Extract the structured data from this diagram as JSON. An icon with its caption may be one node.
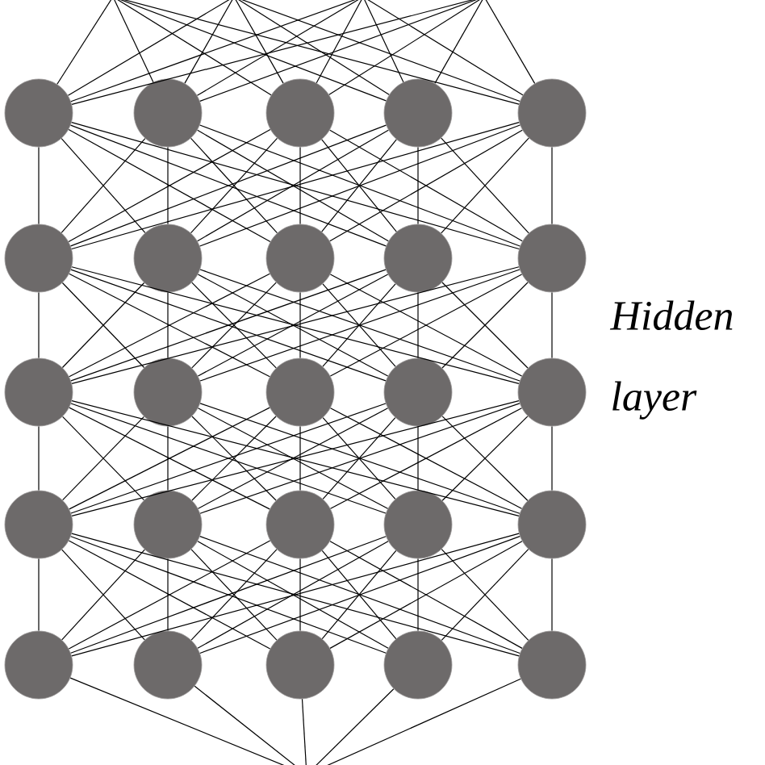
{
  "diagram": {
    "nodes": [
      {
        "text": [],
        "shape": "circle"
      },
      {
        "text": [],
        "shape": "circle"
      },
      {
        "text": [],
        "shape": "circle"
      },
      {
        "text": [],
        "shape": "circle"
      },
      {
        "text": [],
        "shape": "circle"
      },
      {
        "text": [],
        "shape": "circle"
      },
      {
        "text": [],
        "shape": "circle"
      },
      {
        "text": [],
        "shape": "circle"
      },
      {
        "text": [],
        "shape": "circle"
      },
      {
        "text": [],
        "shape": "circle"
      },
      {
        "text": [],
        "shape": "circle"
      },
      {
        "text": [],
        "shape": "circle"
      },
      {
        "text": [],
        "shape": "circle"
      },
      {
        "text": [],
        "shape": "circle"
      },
      {
        "text": [],
        "shape": "circle"
      },
      {
        "text": [],
        "shape": "circle"
      },
      {
        "text": [],
        "shape": "circle"
      },
      {
        "text": [],
        "shape": "circle"
      },
      {
        "text": [],
        "shape": "circle"
      },
      {
        "text": [],
        "shape": "circle"
      },
      {
        "text": [],
        "shape": "circle"
      },
      {
        "text": [],
        "shape": "circle"
      },
      {
        "text": [],
        "shape": "circle"
      },
      {
        "text": [],
        "shape": "circle"
      },
      {
        "text": [],
        "shape": "circle"
      }
    ],
    "edges": [
      {
        "from": null,
        "to": 0,
        "arrow": "none"
      },
      {
        "from": null,
        "to": 0,
        "arrow": "none"
      },
      {
        "from": null,
        "to": 0,
        "arrow": "none"
      },
      {
        "from": null,
        "to": 0,
        "arrow": "none"
      },
      {
        "from": null,
        "to": 1,
        "arrow": "none"
      },
      {
        "from": null,
        "to": 1,
        "arrow": "none"
      },
      {
        "from": null,
        "to": 1,
        "arrow": "none"
      },
      {
        "from": null,
        "to": 1,
        "arrow": "none"
      },
      {
        "from": null,
        "to": 2,
        "arrow": "none"
      },
      {
        "from": null,
        "to": 2,
        "arrow": "none"
      },
      {
        "from": null,
        "to": 2,
        "arrow": "none"
      },
      {
        "from": null,
        "to": 2,
        "arrow": "none"
      },
      {
        "from": null,
        "to": 3,
        "arrow": "none"
      },
      {
        "from": null,
        "to": 3,
        "arrow": "none"
      },
      {
        "from": null,
        "to": 3,
        "arrow": "none"
      },
      {
        "from": null,
        "to": 3,
        "arrow": "none"
      },
      {
        "from": null,
        "to": 4,
        "arrow": "none"
      },
      {
        "from": null,
        "to": 4,
        "arrow": "none"
      },
      {
        "from": null,
        "to": 4,
        "arrow": "none"
      },
      {
        "from": null,
        "to": 4,
        "arrow": "none"
      },
      {
        "from": 0,
        "to": 5,
        "arrow": "none"
      },
      {
        "from": 0,
        "to": 6,
        "arrow": "none"
      },
      {
        "from": 0,
        "to": 7,
        "arrow": "none"
      },
      {
        "from": 0,
        "to": 8,
        "arrow": "none"
      },
      {
        "from": 0,
        "to": 9,
        "arrow": "none"
      },
      {
        "from": 1,
        "to": 5,
        "arrow": "none"
      },
      {
        "from": 1,
        "to": 6,
        "arrow": "none"
      },
      {
        "from": 1,
        "to": 7,
        "arrow": "none"
      },
      {
        "from": 1,
        "to": 8,
        "arrow": "none"
      },
      {
        "from": 1,
        "to": 9,
        "arrow": "none"
      },
      {
        "from": 2,
        "to": 5,
        "arrow": "none"
      },
      {
        "from": 2,
        "to": 6,
        "arrow": "none"
      },
      {
        "from": 2,
        "to": 7,
        "arrow": "none"
      },
      {
        "from": 2,
        "to": 8,
        "arrow": "none"
      },
      {
        "from": 2,
        "to": 9,
        "arrow": "none"
      },
      {
        "from": 3,
        "to": 5,
        "arrow": "none"
      },
      {
        "from": 3,
        "to": 6,
        "arrow": "none"
      },
      {
        "from": 3,
        "to": 7,
        "arrow": "none"
      },
      {
        "from": 3,
        "to": 8,
        "arrow": "none"
      },
      {
        "from": 3,
        "to": 9,
        "arrow": "none"
      },
      {
        "from": 4,
        "to": 5,
        "arrow": "none"
      },
      {
        "from": 4,
        "to": 6,
        "arrow": "none"
      },
      {
        "from": 4,
        "to": 7,
        "arrow": "none"
      },
      {
        "from": 4,
        "to": 8,
        "arrow": "none"
      },
      {
        "from": 4,
        "to": 9,
        "arrow": "none"
      },
      {
        "from": 5,
        "to": 10,
        "arrow": "none"
      },
      {
        "from": 5,
        "to": 11,
        "arrow": "none"
      },
      {
        "from": 5,
        "to": 12,
        "arrow": "none"
      },
      {
        "from": 5,
        "to": 13,
        "arrow": "none"
      },
      {
        "from": 5,
        "to": 14,
        "arrow": "none"
      },
      {
        "from": 6,
        "to": 10,
        "arrow": "none"
      },
      {
        "from": 6,
        "to": 11,
        "arrow": "none"
      },
      {
        "from": 6,
        "to": 12,
        "arrow": "none"
      },
      {
        "from": 6,
        "to": 13,
        "arrow": "none"
      },
      {
        "from": 6,
        "to": 14,
        "arrow": "none"
      },
      {
        "from": 7,
        "to": 10,
        "arrow": "none"
      },
      {
        "from": 7,
        "to": 11,
        "arrow": "none"
      },
      {
        "from": 7,
        "to": 12,
        "arrow": "none"
      },
      {
        "from": 7,
        "to": 13,
        "arrow": "none"
      },
      {
        "from": 7,
        "to": 14,
        "arrow": "none"
      },
      {
        "from": 8,
        "to": 10,
        "arrow": "none"
      },
      {
        "from": 8,
        "to": 11,
        "arrow": "none"
      },
      {
        "from": 8,
        "to": 12,
        "arrow": "none"
      },
      {
        "from": 8,
        "to": 13,
        "arrow": "none"
      },
      {
        "from": 8,
        "to": 14,
        "arrow": "none"
      },
      {
        "from": 9,
        "to": 10,
        "arrow": "none"
      },
      {
        "from": 9,
        "to": 11,
        "arrow": "none"
      },
      {
        "from": 9,
        "to": 12,
        "arrow": "none"
      },
      {
        "from": 9,
        "to": 13,
        "arrow": "none"
      },
      {
        "from": 9,
        "to": 14,
        "arrow": "none"
      },
      {
        "from": 10,
        "to": 15,
        "arrow": "none"
      },
      {
        "from": 10,
        "to": 16,
        "arrow": "none"
      },
      {
        "from": 10,
        "to": 17,
        "arrow": "none"
      },
      {
        "from": 10,
        "to": 18,
        "arrow": "none"
      },
      {
        "from": 10,
        "to": 19,
        "arrow": "none"
      },
      {
        "from": 11,
        "to": 15,
        "arrow": "none"
      },
      {
        "from": 11,
        "to": 16,
        "arrow": "none"
      },
      {
        "from": 11,
        "to": 17,
        "arrow": "none"
      },
      {
        "from": 11,
        "to": 18,
        "arrow": "none"
      },
      {
        "from": 11,
        "to": 19,
        "arrow": "none"
      },
      {
        "from": 12,
        "to": 15,
        "arrow": "none"
      },
      {
        "from": 12,
        "to": 16,
        "arrow": "none"
      },
      {
        "from": 12,
        "to": 17,
        "arrow": "none"
      },
      {
        "from": 12,
        "to": 18,
        "arrow": "none"
      },
      {
        "from": 12,
        "to": 19,
        "arrow": "none"
      },
      {
        "from": 13,
        "to": 15,
        "arrow": "none"
      },
      {
        "from": 13,
        "to": 16,
        "arrow": "none"
      },
      {
        "from": 13,
        "to": 17,
        "arrow": "none"
      },
      {
        "from": 13,
        "to": 18,
        "arrow": "none"
      },
      {
        "from": 13,
        "to": 19,
        "arrow": "none"
      },
      {
        "from": 14,
        "to": 15,
        "arrow": "none"
      },
      {
        "from": 14,
        "to": 16,
        "arrow": "none"
      },
      {
        "from": 14,
        "to": 17,
        "arrow": "none"
      },
      {
        "from": 14,
        "to": 18,
        "arrow": "none"
      },
      {
        "from": 14,
        "to": 19,
        "arrow": "none"
      },
      {
        "from": 15,
        "to": 20,
        "arrow": "none"
      },
      {
        "from": 15,
        "to": 21,
        "arrow": "none"
      },
      {
        "from": 15,
        "to": 22,
        "arrow": "none"
      },
      {
        "from": 15,
        "to": 23,
        "arrow": "none"
      },
      {
        "from": 15,
        "to": 24,
        "arrow": "none"
      },
      {
        "from": 16,
        "to": 20,
        "arrow": "none"
      },
      {
        "from": 16,
        "to": 21,
        "arrow": "none"
      },
      {
        "from": 16,
        "to": 22,
        "arrow": "none"
      },
      {
        "from": 16,
        "to": 23,
        "arrow": "none"
      },
      {
        "from": 16,
        "to": 24,
        "arrow": "none"
      },
      {
        "from": 17,
        "to": 20,
        "arrow": "none"
      },
      {
        "from": 17,
        "to": 21,
        "arrow": "none"
      },
      {
        "from": 17,
        "to": 22,
        "arrow": "none"
      },
      {
        "from": 17,
        "to": 23,
        "arrow": "none"
      },
      {
        "from": 17,
        "to": 24,
        "arrow": "none"
      },
      {
        "from": 18,
        "to": 20,
        "arrow": "none"
      },
      {
        "from": 18,
        "to": 21,
        "arrow": "none"
      },
      {
        "from": 18,
        "to": 22,
        "arrow": "none"
      },
      {
        "from": 18,
        "to": 23,
        "arrow": "none"
      },
      {
        "from": 18,
        "to": 24,
        "arrow": "none"
      },
      {
        "from": 19,
        "to": 20,
        "arrow": "none"
      },
      {
        "from": 19,
        "to": 21,
        "arrow": "none"
      },
      {
        "from": 19,
        "to": 22,
        "arrow": "none"
      },
      {
        "from": 19,
        "to": 23,
        "arrow": "none"
      },
      {
        "from": 19,
        "to": 24,
        "arrow": "none"
      },
      {
        "from": 20,
        "to": null,
        "arrow": "none"
      },
      {
        "from": 21,
        "to": null,
        "arrow": "none"
      },
      {
        "from": 22,
        "to": null,
        "arrow": "none"
      },
      {
        "from": 23,
        "to": null,
        "arrow": "none"
      },
      {
        "from": 24,
        "to": null,
        "arrow": "none"
      }
    ],
    "labels": [
      "Hidden layer"
    ]
  }
}
